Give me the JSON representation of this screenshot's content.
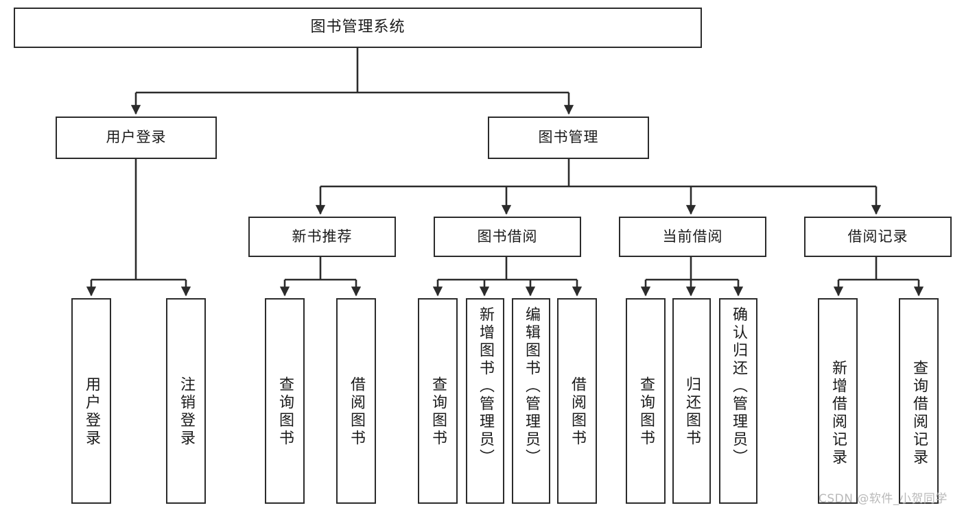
{
  "diagram": {
    "title": "图书管理系统",
    "type": "tree-hierarchy",
    "stroke_color": "#2b2b2b",
    "fill_color": "#ffffff",
    "text_color": "#1a1a1a"
  },
  "nodes": {
    "root": {
      "label": "图书管理系统"
    },
    "level2": [
      {
        "id": "user-login",
        "label": "用户登录"
      },
      {
        "id": "book-management",
        "label": "图书管理"
      }
    ],
    "level3": [
      {
        "id": "new-book-recommend",
        "label": "新书推荐"
      },
      {
        "id": "book-borrow",
        "label": "图书借阅"
      },
      {
        "id": "current-borrow",
        "label": "当前借阅"
      },
      {
        "id": "borrow-record",
        "label": "借阅记录"
      }
    ],
    "leaves": [
      {
        "id": "leaf-user-login",
        "label": "用户登录"
      },
      {
        "id": "leaf-logout-login",
        "label": "注销登录"
      },
      {
        "id": "leaf-query-book-1",
        "label": "查询图书"
      },
      {
        "id": "leaf-borrow-book-1",
        "label": "借阅图书"
      },
      {
        "id": "leaf-query-book-2",
        "label": "查询图书"
      },
      {
        "id": "leaf-add-book-admin",
        "label": "新增图书（管理员）"
      },
      {
        "id": "leaf-edit-book-admin",
        "label": "编辑图书（管理员）"
      },
      {
        "id": "leaf-borrow-book-2",
        "label": "借阅图书"
      },
      {
        "id": "leaf-query-book-3",
        "label": "查询图书"
      },
      {
        "id": "leaf-return-book",
        "label": "归还图书"
      },
      {
        "id": "leaf-confirm-return-admin",
        "label": "确认归还（管理员）"
      },
      {
        "id": "leaf-add-borrow-record",
        "label": "新增借阅记录"
      },
      {
        "id": "leaf-query-borrow-record",
        "label": "查询借阅记录"
      }
    ]
  },
  "watermark": {
    "text": "CSDN @软件_小贺同学"
  }
}
